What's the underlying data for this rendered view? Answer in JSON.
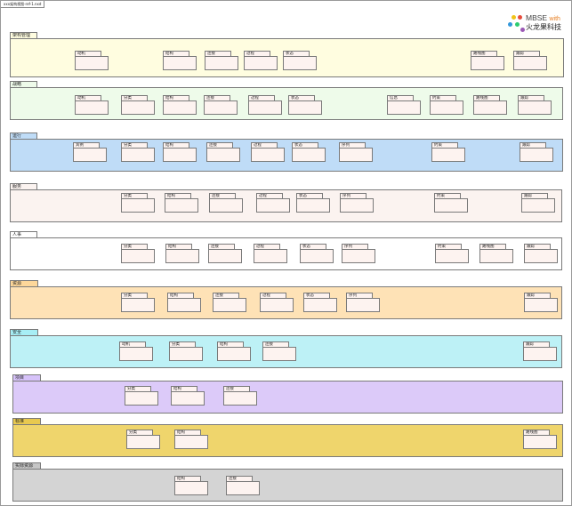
{
  "window": {
    "tab_label": "xxx架构视图-ref-1.nxd"
  },
  "logo": {
    "mbse": "MBSE",
    "with": "with",
    "company": "火龙果科技",
    "dot_colors": [
      "#f0c419",
      "#e74c3c",
      "#3498db",
      "#2ecc71",
      "#9b59b6"
    ]
  },
  "layers": [
    {
      "id": "arch-mgmt",
      "label": "架构管理",
      "fill": "#fffde0",
      "tab_fill": "#fffde0",
      "packages": [
        "动机",
        "结构",
        "连接",
        "过程",
        "状态",
        "路线图",
        "跟踪"
      ]
    },
    {
      "id": "strategy",
      "label": "战略",
      "fill": "#eefbea",
      "tab_fill": "#eefbea",
      "packages": [
        "动机",
        "分类",
        "结构",
        "连接",
        "过程",
        "状态",
        "信息",
        "约束",
        "路线图",
        "跟踪"
      ]
    },
    {
      "id": "operations",
      "label": "运行",
      "fill": "#bfdcf7",
      "tab_fill": "#bfdcf7",
      "packages": [
        "宾例",
        "分类",
        "结构",
        "连接",
        "过程",
        "状态",
        "序列",
        "约束",
        "跟踪"
      ]
    },
    {
      "id": "services",
      "label": "服务",
      "fill": "#fbf3f0",
      "tab_fill": "#fbf3f0",
      "packages": [
        "分类",
        "结构",
        "连接",
        "过程",
        "状态",
        "序列",
        "约束",
        "跟踪"
      ]
    },
    {
      "id": "personnel",
      "label": "人事",
      "fill": "#ffffff",
      "tab_fill": "#ffffff",
      "packages": [
        "分类",
        "结构",
        "连接",
        "过程",
        "状态",
        "序列",
        "约束",
        "路线图",
        "跟踪"
      ]
    },
    {
      "id": "resources",
      "label": "资源",
      "fill": "#fee2b6",
      "tab_fill": "#fdd79a",
      "packages": [
        "分类",
        "结构",
        "连接",
        "过程",
        "状态",
        "序列",
        "跟踪"
      ]
    },
    {
      "id": "security",
      "label": "安全",
      "fill": "#bdf1f6",
      "tab_fill": "#a7eef5",
      "packages": [
        "动机",
        "分类",
        "结构",
        "连接",
        "跟踪"
      ]
    },
    {
      "id": "projects",
      "label": "项目",
      "fill": "#dccaf9",
      "tab_fill": "#d6c2f9",
      "packages": [
        "分类",
        "结构",
        "连接"
      ]
    },
    {
      "id": "standards",
      "label": "标准",
      "fill": "#efd56c",
      "tab_fill": "#e8c94f",
      "packages": [
        "分类",
        "结构",
        "路线图"
      ]
    },
    {
      "id": "actual-resources",
      "label": "实际资源",
      "fill": "#d4d4d4",
      "tab_fill": "#c6c6c6",
      "packages": [
        "结构",
        "连接"
      ]
    }
  ]
}
